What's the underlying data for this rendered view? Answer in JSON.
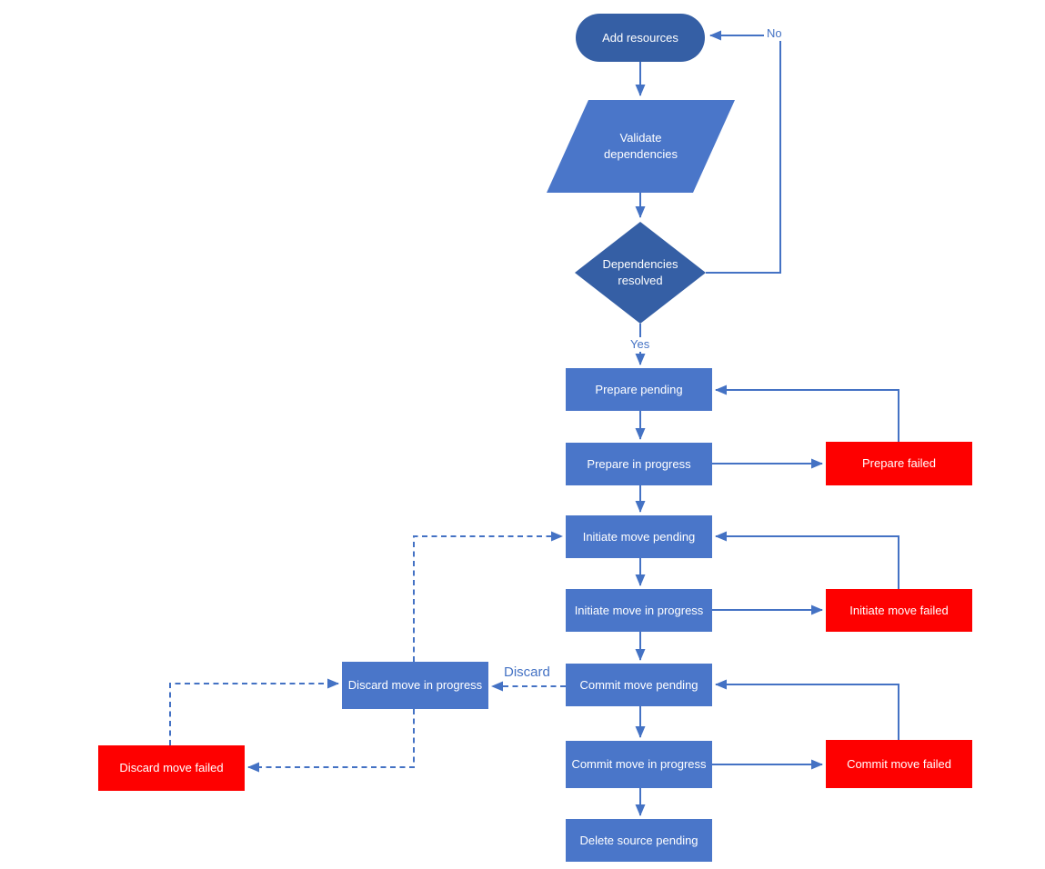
{
  "diagram": {
    "type": "flowchart",
    "colors": {
      "dark_fill": "#355fa5",
      "process_fill": "#4a76c9",
      "failed_fill": "#fe0000",
      "connector": "#4472c4",
      "edge_label_text": "#4472c4",
      "node_text": "#ffffff",
      "canvas_bg": "#ffffff"
    },
    "nodes": [
      {
        "id": "add-resources",
        "label": "Add resources",
        "shape": "terminator"
      },
      {
        "id": "validate-dependencies",
        "label": "Validate dependencies",
        "shape": "data"
      },
      {
        "id": "dependencies-resolved",
        "label": "Dependencies resolved",
        "shape": "decision"
      },
      {
        "id": "prepare-pending",
        "label": "Prepare pending",
        "shape": "process"
      },
      {
        "id": "prepare-in-progress",
        "label": "Prepare in progress",
        "shape": "process"
      },
      {
        "id": "prepare-failed",
        "label": "Prepare failed",
        "shape": "failed"
      },
      {
        "id": "initiate-move-pending",
        "label": "Initiate move pending",
        "shape": "process"
      },
      {
        "id": "initiate-move-in-progress",
        "label": "Initiate move in progress",
        "shape": "process"
      },
      {
        "id": "initiate-move-failed",
        "label": "Initiate move failed",
        "shape": "failed"
      },
      {
        "id": "commit-move-pending",
        "label": "Commit move pending",
        "shape": "process"
      },
      {
        "id": "discard-move-in-progress",
        "label": "Discard move in progress",
        "shape": "process"
      },
      {
        "id": "commit-move-in-progress",
        "label": "Commit move in progress",
        "shape": "process"
      },
      {
        "id": "commit-move-failed",
        "label": "Commit move failed",
        "shape": "failed"
      },
      {
        "id": "delete-source-pending",
        "label": "Delete source pending",
        "shape": "process"
      },
      {
        "id": "discard-move-failed",
        "label": "Discard move failed",
        "shape": "failed"
      }
    ],
    "edge_labels": [
      {
        "id": "no",
        "text": "No"
      },
      {
        "id": "yes",
        "text": "Yes"
      },
      {
        "id": "discard",
        "text": "Discard"
      }
    ]
  }
}
